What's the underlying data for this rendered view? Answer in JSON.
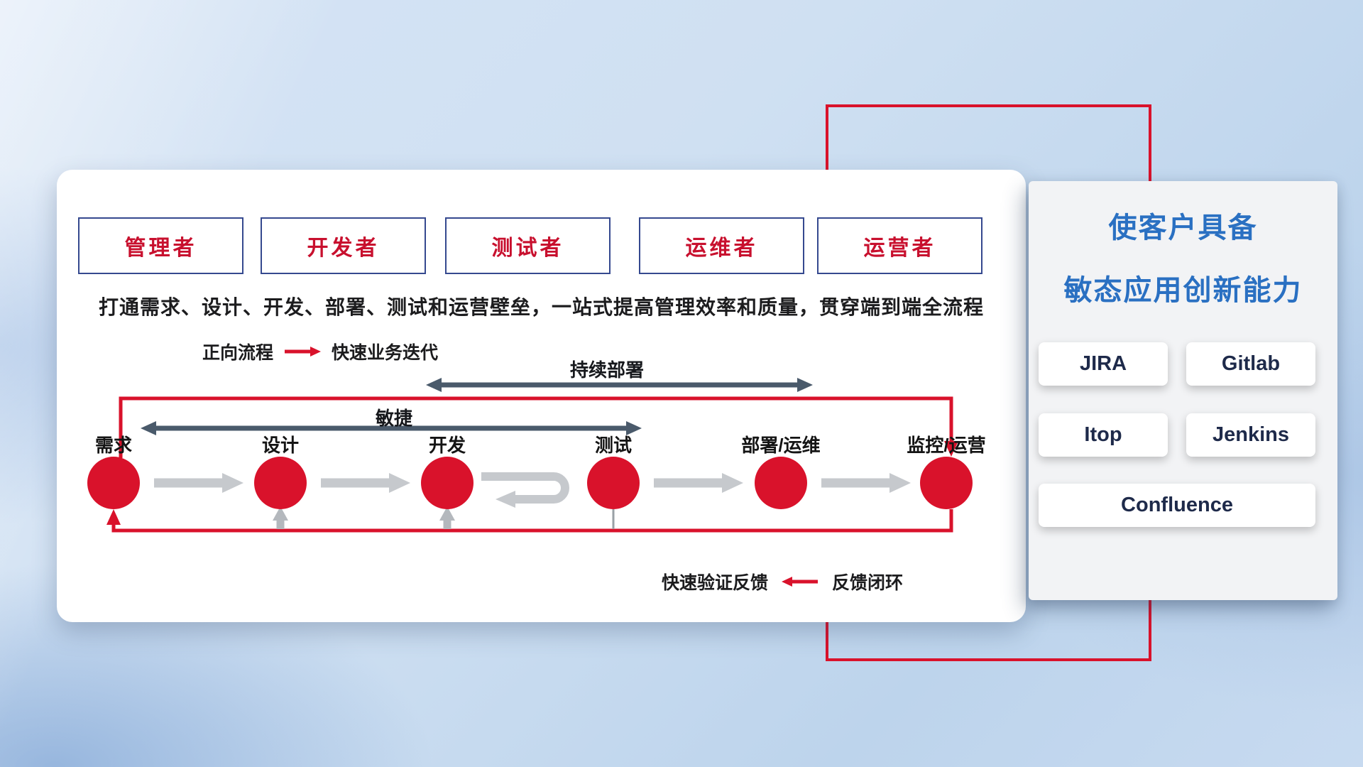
{
  "main_panel": {
    "roles": [
      "管理者",
      "开发者",
      "测试者",
      "运维者",
      "运营者"
    ],
    "description": "打通需求、设计、开发、部署、测试和运营壁垒，一站式提高管理效率和质量，贯穿端到端全流程",
    "forward_legend": {
      "label": "正向流程",
      "caption": "快速业务迭代"
    },
    "flow_spans": {
      "continuous_deployment": "持续部署",
      "agile": "敏捷"
    },
    "stages": [
      "需求",
      "设计",
      "开发",
      "测试",
      "部署/运维",
      "监控/运营"
    ],
    "feedback_legend": {
      "caption": "快速验证反馈",
      "label": "反馈闭环"
    }
  },
  "side_panel": {
    "title_line1": "使客户具备",
    "title_line2": "敏态应用创新能力",
    "tools": [
      "JIRA",
      "Gitlab",
      "Itop",
      "Jenkins",
      "Confluence"
    ]
  },
  "colors": {
    "accent_red": "#d9122b",
    "role_text_red": "#c8102e",
    "role_border_navy": "#35498f",
    "span_arrow_slate": "#4a5a6b",
    "flow_arrow_gray": "#c6c9cd",
    "side_title_blue": "#2a70c2",
    "tool_text_navy": "#1e2a4a"
  }
}
